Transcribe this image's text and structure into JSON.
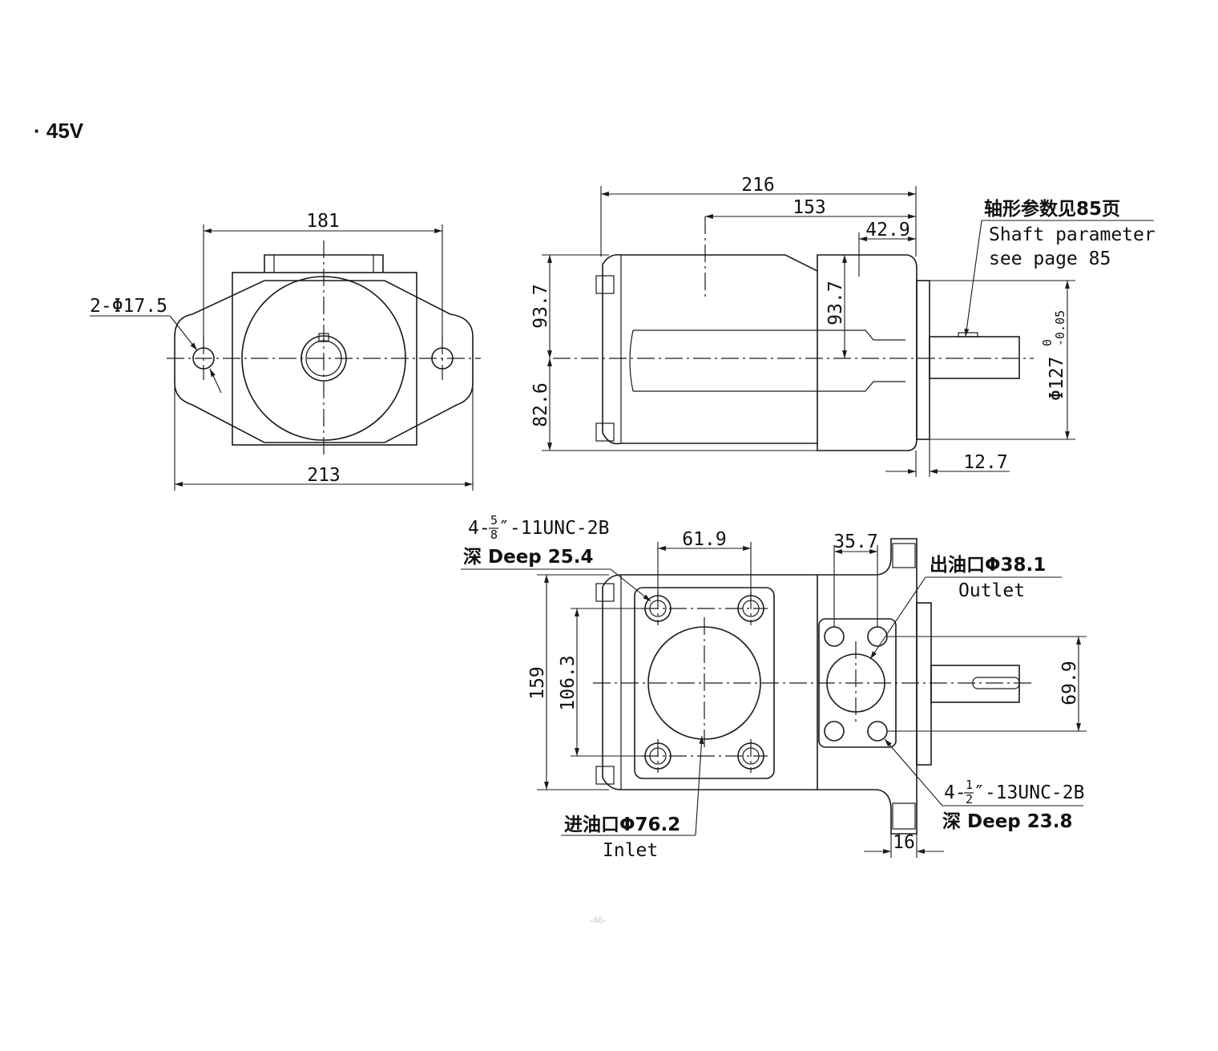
{
  "title": "· 45V",
  "front_view": {
    "width_181": "181",
    "width_213": "213",
    "holes_label": "2-Φ17.5"
  },
  "side_view": {
    "length_216": "216",
    "length_153": "153",
    "length_42_9": "42.9",
    "height_93_7_left": "93.7",
    "height_93_7_inner": "93.7",
    "height_82_6": "82.6",
    "pilot_dia_main": "Φ127",
    "pilot_tol_upper": "0",
    "pilot_tol_lower": "-0.05",
    "length_12_7": "12.7",
    "shaft_note_cn": "轴形参数见85页",
    "shaft_note_en_1": "Shaft parameter",
    "shaft_note_en_2": "see page 85"
  },
  "bottom_view": {
    "thread_inlet_prefix": "4-",
    "thread_inlet_num": "5",
    "thread_inlet_den": "8",
    "thread_inlet_suffix": "″-11UNC-2B",
    "thread_inlet_depth": "深 Deep 25.4",
    "spacing_61_9": "61.9",
    "spacing_35_7": "35.7",
    "outlet_cn": "出油口Φ38.1",
    "outlet_en": "Outlet",
    "height_159": "159",
    "height_106_3": "106.3",
    "height_69_9": "69.9",
    "thread_outlet_prefix": "4-",
    "thread_outlet_num": "1",
    "thread_outlet_den": "2",
    "thread_outlet_suffix": "″-13UNC-2B",
    "thread_outlet_depth": "深 Deep 23.8",
    "inlet_cn": "进油口Φ76.2",
    "inlet_en": "Inlet",
    "length_16": "16"
  },
  "page_number": "-46-"
}
